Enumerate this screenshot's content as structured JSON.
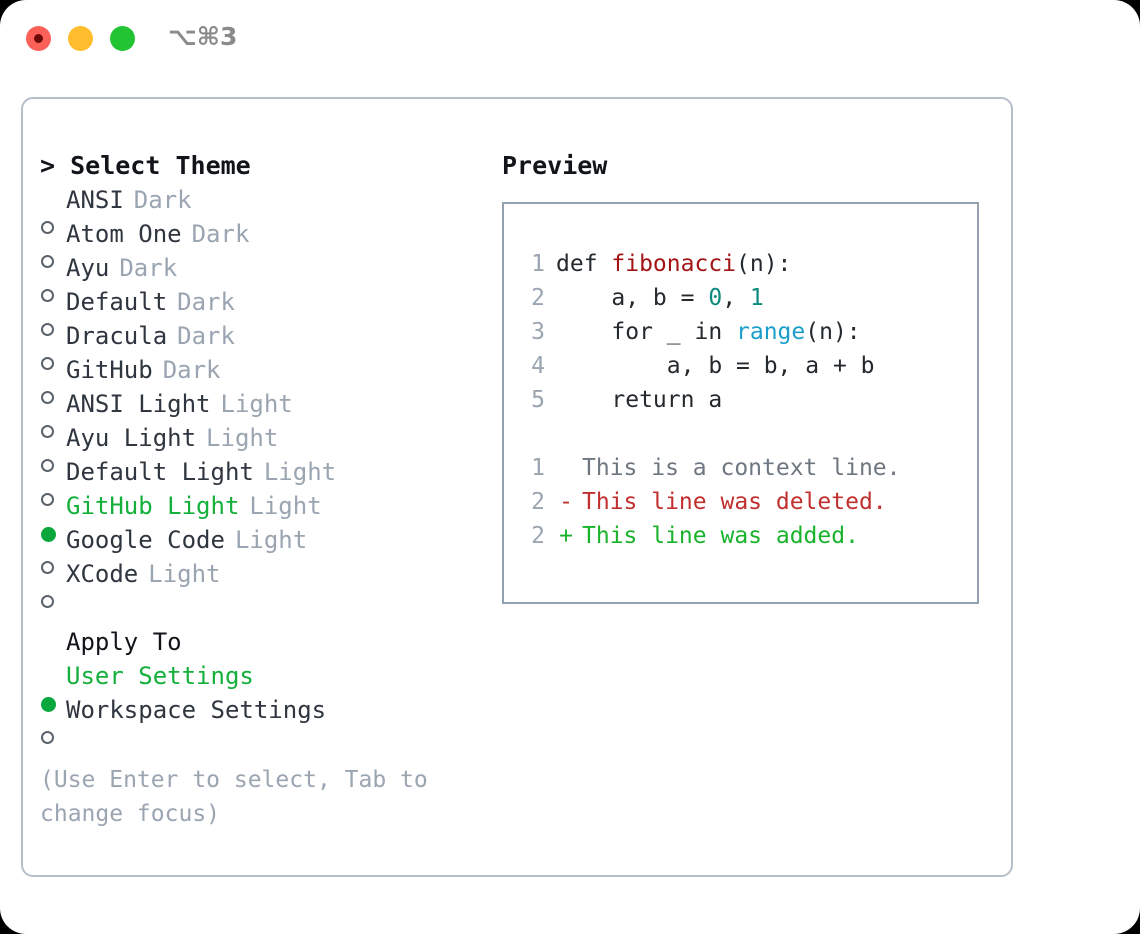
{
  "titlebar": {
    "shortcut": "⌥⌘3",
    "lights": [
      "close-red",
      "minimize-amber",
      "maximize-green"
    ]
  },
  "left": {
    "header": "> Select Theme",
    "themes": [
      {
        "marker": "o",
        "name": "ANSI",
        "variant": "Dark",
        "selected": false
      },
      {
        "marker": "o",
        "name": "Atom One",
        "variant": "Dark",
        "selected": false
      },
      {
        "marker": "o",
        "name": "Ayu",
        "variant": "Dark",
        "selected": false
      },
      {
        "marker": "o",
        "name": "Default",
        "variant": "Dark",
        "selected": false
      },
      {
        "marker": "o",
        "name": "Dracula",
        "variant": "Dark",
        "selected": false
      },
      {
        "marker": "o",
        "name": "GitHub",
        "variant": "Dark",
        "selected": false
      },
      {
        "marker": "o",
        "name": "ANSI Light",
        "variant": "Light",
        "selected": false
      },
      {
        "marker": "o",
        "name": "Ayu Light",
        "variant": "Light",
        "selected": false
      },
      {
        "marker": "o",
        "name": "Default Light",
        "variant": "Light",
        "selected": false
      },
      {
        "marker": "●",
        "name": "GitHub Light",
        "variant": "Light",
        "selected": true
      },
      {
        "marker": "o",
        "name": "Google Code",
        "variant": "Light",
        "selected": false
      },
      {
        "marker": "o",
        "name": "XCode",
        "variant": "Light",
        "selected": false
      }
    ],
    "apply_to_header": "Apply To",
    "apply_to": [
      {
        "marker": "●",
        "name": "User Settings",
        "selected": true
      },
      {
        "marker": "o",
        "name": "Workspace Settings",
        "selected": false
      }
    ],
    "hint": "(Use Enter to select, Tab to change focus)"
  },
  "right": {
    "header": "Preview",
    "code_lines": [
      {
        "n": "1",
        "parts": [
          {
            "t": "def ",
            "k": "plain"
          },
          {
            "t": "fibonacci",
            "k": "fn"
          },
          {
            "t": "(n):",
            "k": "plain"
          }
        ]
      },
      {
        "n": "2",
        "parts": [
          {
            "t": "    a, b = ",
            "k": "plain"
          },
          {
            "t": "0",
            "k": "num"
          },
          {
            "t": ", ",
            "k": "plain"
          },
          {
            "t": "1",
            "k": "num"
          }
        ]
      },
      {
        "n": "3",
        "parts": [
          {
            "t": "    for _ in ",
            "k": "plain"
          },
          {
            "t": "range",
            "k": "builtin"
          },
          {
            "t": "(n):",
            "k": "plain"
          }
        ]
      },
      {
        "n": "4",
        "parts": [
          {
            "t": "        a, b = b, a + b",
            "k": "plain"
          }
        ]
      },
      {
        "n": "5",
        "parts": [
          {
            "t": "    return a",
            "k": "plain"
          }
        ]
      }
    ],
    "diff_lines": [
      {
        "n": "1",
        "sign": " ",
        "text": "This is a context line.",
        "kind": "context"
      },
      {
        "n": "2",
        "sign": "-",
        "text": "This line was deleted.",
        "kind": "deleted"
      },
      {
        "n": "2",
        "sign": "+",
        "text": "This line was added.",
        "kind": "added"
      }
    ]
  },
  "colors": {
    "selected_green": "#15b03c",
    "marker_green": "#0aa83c",
    "muted_gray": "#9aa5b1",
    "text_dark": "#2f3640",
    "diff_added": "#19b32b",
    "diff_deleted": "#c22f2f",
    "syntax_function": "#a31515",
    "syntax_number": "#0b8a7d",
    "syntax_builtin": "#1a9ec9",
    "panel_border": "#b6bfcb",
    "code_border": "#93a0b0"
  }
}
